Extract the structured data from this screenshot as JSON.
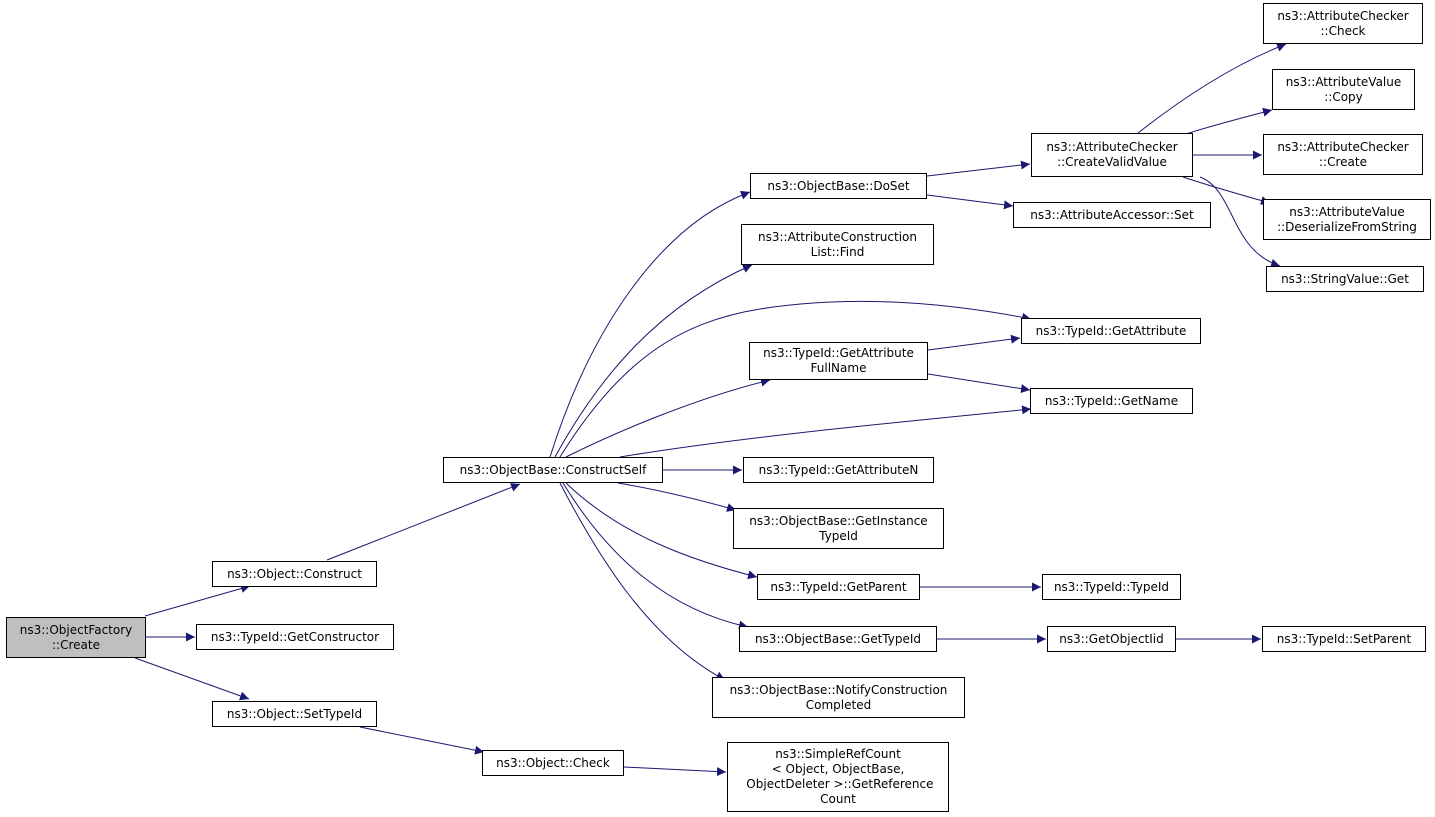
{
  "colors": {
    "edge": "#191970",
    "node_border": "#000000",
    "node_fill": "#ffffff",
    "root_fill": "#bfbfbf"
  },
  "nodes": [
    {
      "id": "objectfactory_create",
      "label": "ns3::ObjectFactory\n::Create",
      "root": true
    },
    {
      "id": "object_construct",
      "label": "ns3::Object::Construct"
    },
    {
      "id": "typeid_getconstructor",
      "label": "ns3::TypeId::GetConstructor"
    },
    {
      "id": "object_settypeid",
      "label": "ns3::Object::SetTypeId"
    },
    {
      "id": "objectbase_constructself",
      "label": "ns3::ObjectBase::ConstructSelf"
    },
    {
      "id": "object_check",
      "label": "ns3::Object::Check"
    },
    {
      "id": "simplerefcount_getreferencecount",
      "label": "ns3::SimpleRefCount\n< Object, ObjectBase,\n ObjectDeleter >::GetReference\nCount"
    },
    {
      "id": "objectbase_doset",
      "label": "ns3::ObjectBase::DoSet"
    },
    {
      "id": "attributeconstructionlist_find",
      "label": "ns3::AttributeConstruction\nList::Find"
    },
    {
      "id": "typeid_getattributefullname",
      "label": "ns3::TypeId::GetAttribute\nFullName"
    },
    {
      "id": "typeid_getattributen",
      "label": "ns3::TypeId::GetAttributeN"
    },
    {
      "id": "objectbase_getinstancetypeid",
      "label": "ns3::ObjectBase::GetInstance\nTypeId"
    },
    {
      "id": "typeid_getparent",
      "label": "ns3::TypeId::GetParent"
    },
    {
      "id": "objectbase_gettypeid",
      "label": "ns3::ObjectBase::GetTypeId"
    },
    {
      "id": "objectbase_notifyconstructioncompleted",
      "label": "ns3::ObjectBase::NotifyConstruction\nCompleted"
    },
    {
      "id": "attributechecker_createvalidvalue",
      "label": "ns3::AttributeChecker\n::CreateValidValue"
    },
    {
      "id": "attributeaccessor_set",
      "label": "ns3::AttributeAccessor::Set"
    },
    {
      "id": "typeid_getattribute",
      "label": "ns3::TypeId::GetAttribute"
    },
    {
      "id": "typeid_getname",
      "label": "ns3::TypeId::GetName"
    },
    {
      "id": "typeid_typeid",
      "label": "ns3::TypeId::TypeId"
    },
    {
      "id": "getobjectiid",
      "label": "ns3::GetObjectIid"
    },
    {
      "id": "attributechecker_check",
      "label": "ns3::AttributeChecker\n::Check"
    },
    {
      "id": "attributevalue_copy",
      "label": "ns3::AttributeValue\n::Copy"
    },
    {
      "id": "attributechecker_create",
      "label": "ns3::AttributeChecker\n::Create"
    },
    {
      "id": "attributevalue_deserializefromstring",
      "label": "ns3::AttributeValue\n::DeserializeFromString"
    },
    {
      "id": "stringvalue_get",
      "label": "ns3::StringValue::Get"
    },
    {
      "id": "typeid_setparent",
      "label": "ns3::TypeId::SetParent"
    }
  ],
  "edges": [
    {
      "from": "objectfactory_create",
      "to": "object_construct"
    },
    {
      "from": "objectfactory_create",
      "to": "typeid_getconstructor"
    },
    {
      "from": "objectfactory_create",
      "to": "object_settypeid"
    },
    {
      "from": "object_construct",
      "to": "objectbase_constructself"
    },
    {
      "from": "object_settypeid",
      "to": "object_check"
    },
    {
      "from": "object_check",
      "to": "simplerefcount_getreferencecount"
    },
    {
      "from": "objectbase_constructself",
      "to": "objectbase_doset"
    },
    {
      "from": "objectbase_constructself",
      "to": "attributeconstructionlist_find"
    },
    {
      "from": "objectbase_constructself",
      "to": "typeid_getattribute"
    },
    {
      "from": "objectbase_constructself",
      "to": "typeid_getattributefullname"
    },
    {
      "from": "objectbase_constructself",
      "to": "typeid_getname"
    },
    {
      "from": "objectbase_constructself",
      "to": "typeid_getattributen"
    },
    {
      "from": "objectbase_constructself",
      "to": "objectbase_getinstancetypeid"
    },
    {
      "from": "objectbase_constructself",
      "to": "typeid_getparent"
    },
    {
      "from": "objectbase_constructself",
      "to": "objectbase_gettypeid"
    },
    {
      "from": "objectbase_constructself",
      "to": "objectbase_notifyconstructioncompleted"
    },
    {
      "from": "objectbase_doset",
      "to": "attributechecker_createvalidvalue"
    },
    {
      "from": "objectbase_doset",
      "to": "attributeaccessor_set"
    },
    {
      "from": "typeid_getattributefullname",
      "to": "typeid_getattribute"
    },
    {
      "from": "typeid_getattributefullname",
      "to": "typeid_getname"
    },
    {
      "from": "typeid_getparent",
      "to": "typeid_typeid"
    },
    {
      "from": "objectbase_gettypeid",
      "to": "getobjectiid"
    },
    {
      "from": "getobjectiid",
      "to": "typeid_setparent"
    },
    {
      "from": "attributechecker_createvalidvalue",
      "to": "attributechecker_check"
    },
    {
      "from": "attributechecker_createvalidvalue",
      "to": "attributevalue_copy"
    },
    {
      "from": "attributechecker_createvalidvalue",
      "to": "attributechecker_create"
    },
    {
      "from": "attributechecker_createvalidvalue",
      "to": "attributevalue_deserializefromstring"
    },
    {
      "from": "attributechecker_createvalidvalue",
      "to": "stringvalue_get"
    }
  ]
}
